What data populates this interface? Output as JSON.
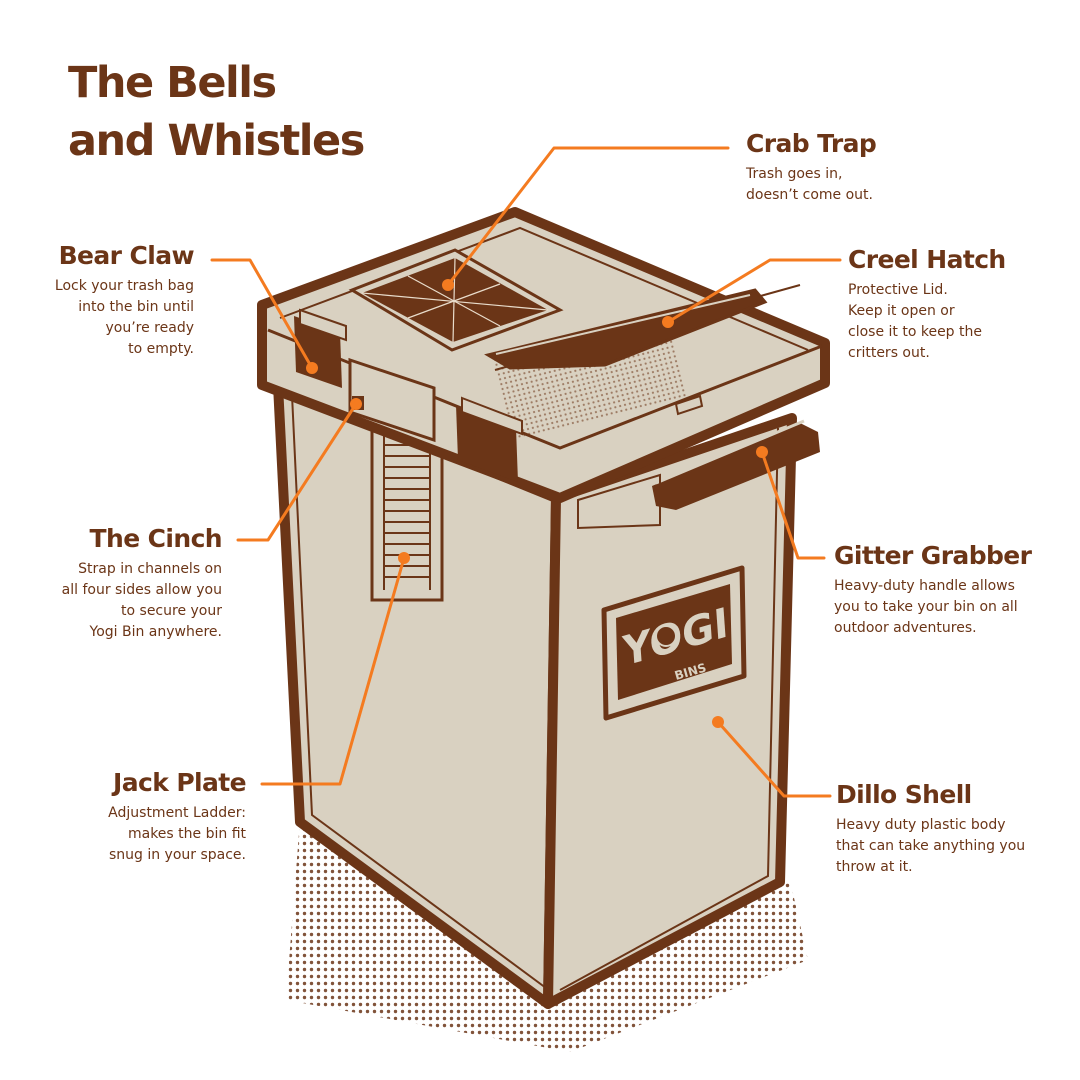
{
  "title": {
    "line1": "The Bells",
    "line2": "and Whistles"
  },
  "colors": {
    "brown": "#6b3517",
    "orange": "#f47b20",
    "bin_fill": "#d9d1c1",
    "background": "#ffffff"
  },
  "callouts": {
    "crab_trap": {
      "name": "Crab Trap",
      "desc": "Trash goes in,\ndoesn’t come out."
    },
    "creel_hatch": {
      "name": "Creel Hatch",
      "desc": "Protective Lid.\nKeep it open or\nclose it to keep the\ncritters out."
    },
    "bear_claw": {
      "name": "Bear Claw",
      "desc": "Lock your trash bag\ninto the bin until\nyou’re ready\nto empty."
    },
    "the_cinch": {
      "name": "The Cinch",
      "desc": "Strap in channels on\nall four sides allow you\nto secure your\nYogi Bin anywhere."
    },
    "gitter_grabber": {
      "name": "Gitter Grabber",
      "desc": "Heavy-duty handle allows\nyou to take your bin on all\noutdoor adventures."
    },
    "jack_plate": {
      "name": "Jack Plate",
      "desc": "Adjustment Ladder:\nmakes the bin fit\nsnug in your space."
    },
    "dillo_shell": {
      "name": "Dillo Shell",
      "desc": "Heavy duty plastic body\nthat can take anything you\nthrow at it."
    }
  },
  "logo": {
    "text": "YOGI",
    "subtext": "BINS",
    "icon": "bear-face-icon"
  }
}
